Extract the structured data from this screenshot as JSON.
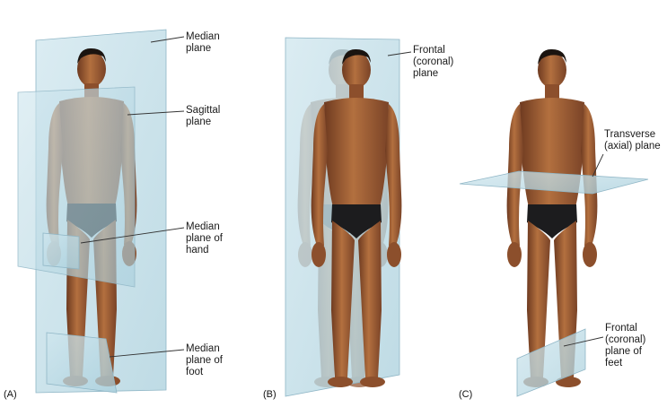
{
  "panels": [
    {
      "id": "A",
      "label": "(A)",
      "callouts": [
        {
          "text": [
            "Median",
            "plane"
          ]
        },
        {
          "text": [
            "Sagittal",
            "plane"
          ]
        },
        {
          "text": [
            "Median",
            "plane of",
            "hand"
          ]
        },
        {
          "text": [
            "Median",
            "plane of",
            "foot"
          ]
        }
      ]
    },
    {
      "id": "B",
      "label": "(B)",
      "callouts": [
        {
          "text": [
            "Frontal",
            "(coronal)",
            "plane"
          ]
        }
      ]
    },
    {
      "id": "C",
      "label": "(C)",
      "callouts": [
        {
          "text": [
            "Transverse",
            "(axial) plane"
          ]
        },
        {
          "text": [
            "Frontal",
            "(coronal)",
            "plane of",
            "feet"
          ]
        }
      ]
    }
  ],
  "colors": {
    "skin": "#a9663f",
    "skin_dark": "#7a4327",
    "hair": "#1b1410",
    "trunks": "#1c1c1e",
    "plane_fill": "#bcd9e4",
    "plane_stroke": "#8fb6c6",
    "leader": "#333333",
    "text": "#1a1a1a"
  }
}
